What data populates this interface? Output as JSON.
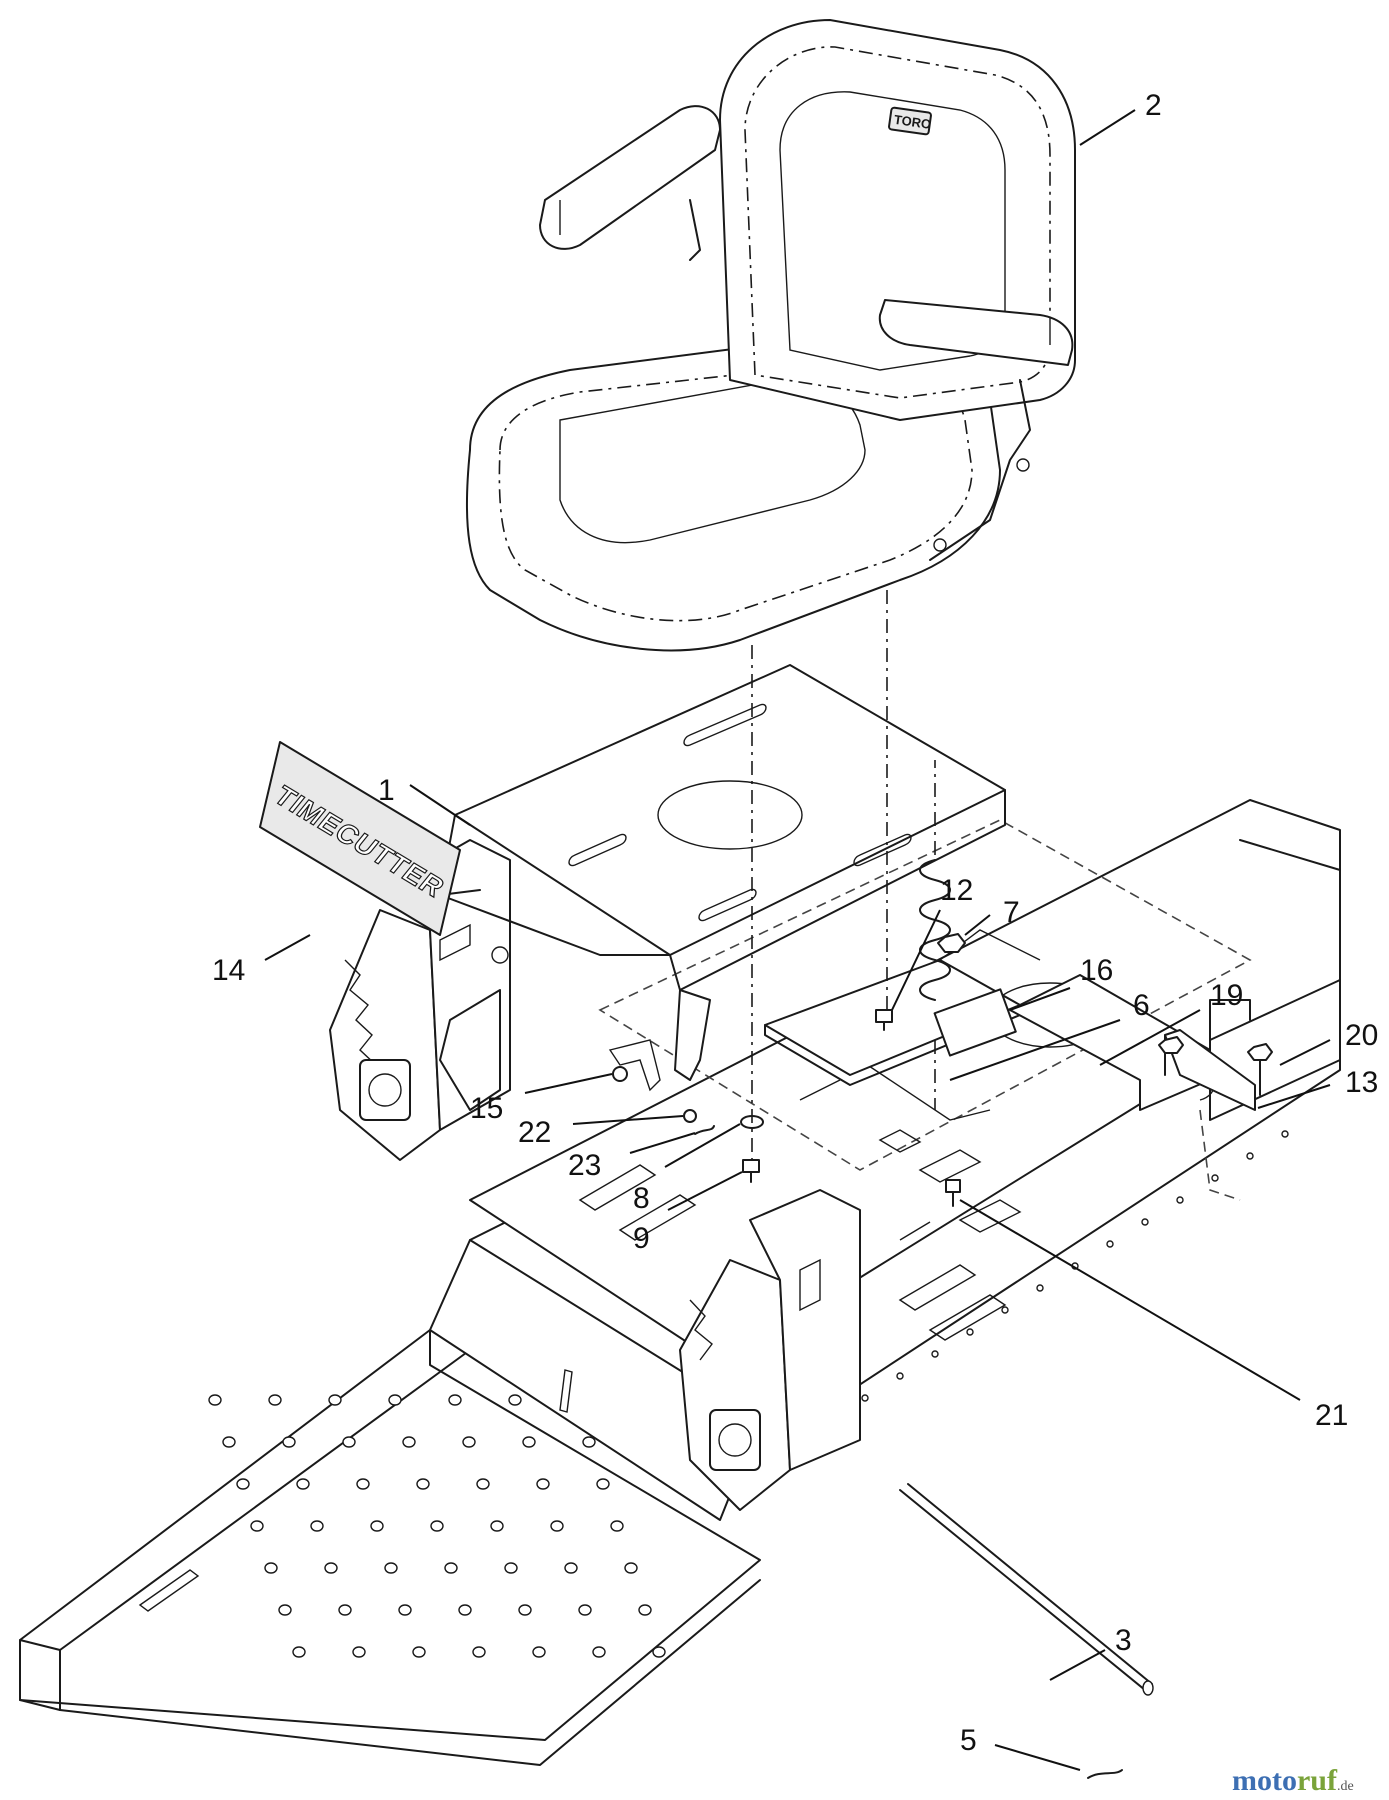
{
  "callouts": [
    {
      "id": "c1",
      "label": "1"
    },
    {
      "id": "c2",
      "label": "2"
    },
    {
      "id": "c3",
      "label": "3"
    },
    {
      "id": "c5",
      "label": "5"
    },
    {
      "id": "c6",
      "label": "6"
    },
    {
      "id": "c7",
      "label": "7"
    },
    {
      "id": "c8",
      "label": "8"
    },
    {
      "id": "c9",
      "label": "9"
    },
    {
      "id": "c12",
      "label": "12"
    },
    {
      "id": "c13",
      "label": "13"
    },
    {
      "id": "c14",
      "label": "14"
    },
    {
      "id": "c15",
      "label": "15"
    },
    {
      "id": "c16",
      "label": "16"
    },
    {
      "id": "c19",
      "label": "19"
    },
    {
      "id": "c20",
      "label": "20"
    },
    {
      "id": "c21",
      "label": "21"
    },
    {
      "id": "c22",
      "label": "22"
    },
    {
      "id": "c23",
      "label": "23"
    }
  ],
  "decal_text": "TIMECUTTER",
  "seat_logo_text": "TORO",
  "watermark": {
    "part1": "moto",
    "part2": "ruf",
    "suffix": ".de"
  }
}
